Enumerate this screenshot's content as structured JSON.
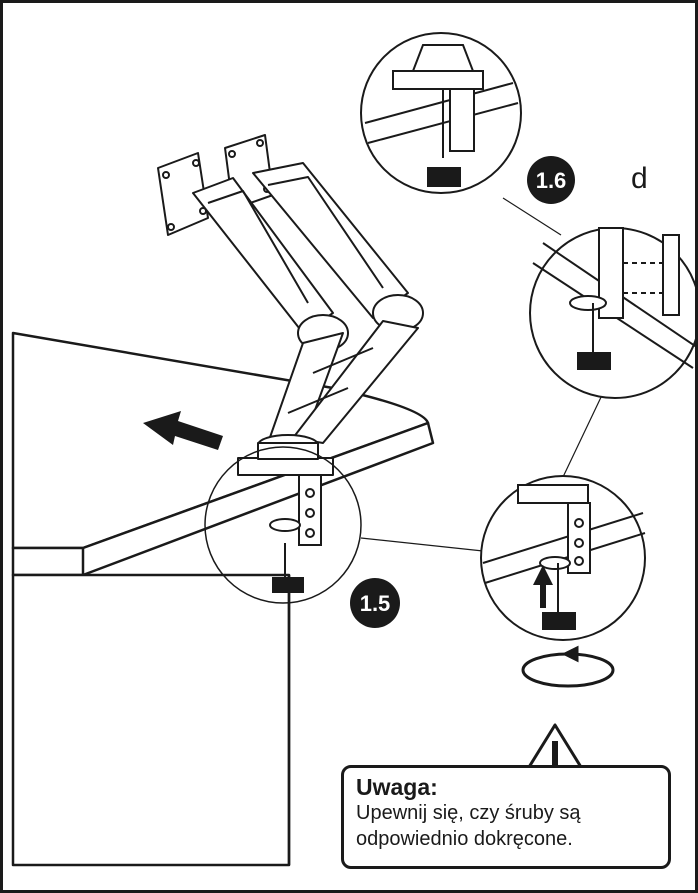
{
  "steps": {
    "step_1_5": "1.5",
    "step_1_6": "1.6"
  },
  "part_label": "d",
  "warning": {
    "title": "Uwaga:",
    "line1": "Upewnij się, czy śruby są",
    "line2": "odpowiednio dokręcone."
  },
  "colors": {
    "ink": "#1a1a1a",
    "paper": "#ffffff",
    "badge": "#1a1a1a"
  },
  "icons": {
    "warning": "warning-triangle-icon",
    "push": "arrow-left-icon",
    "lift": "arrow-up-icon",
    "rotate": "rotate-icon"
  }
}
